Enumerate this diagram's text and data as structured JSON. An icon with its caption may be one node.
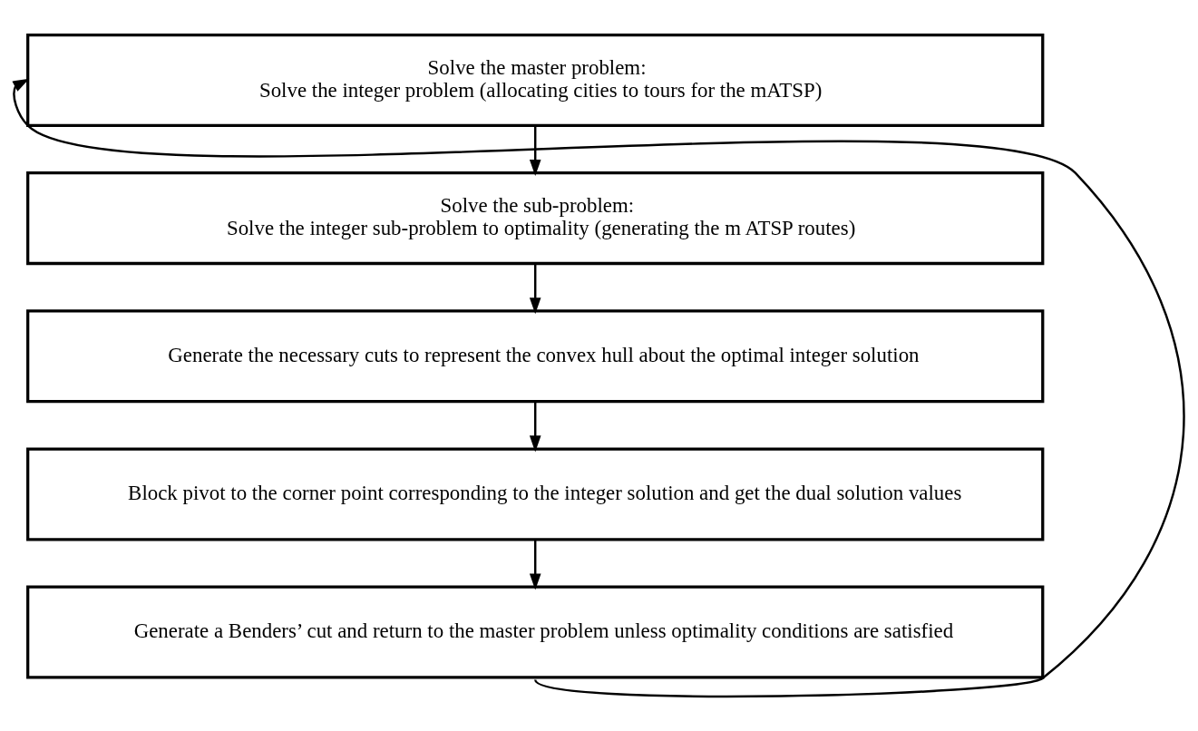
{
  "diagram": {
    "nodes": [
      {
        "text": [
          "Solve the master problem:",
          "Solve the integer problem (allocating cities to tours for the mATSP)"
        ]
      },
      {
        "text": [
          "Solve the sub-problem:",
          "Solve the integer sub-problem to optimality (generating the m ATSP routes)"
        ]
      },
      {
        "text": [
          "Generate the necessary cuts to represent the convex hull about the optimal integer solution"
        ]
      },
      {
        "text": [
          "Block pivot to the corner point corresponding to the integer solution and get the dual solution values"
        ]
      },
      {
        "text": [
          "Generate a Benders’ cut and return to the master problem unless optimality conditions are satisfied"
        ]
      }
    ],
    "edges": [
      {
        "from": 0,
        "to": 1,
        "arrow": "to"
      },
      {
        "from": 1,
        "to": 2,
        "arrow": "to"
      },
      {
        "from": 2,
        "to": 3,
        "arrow": "to"
      },
      {
        "from": 3,
        "to": 4,
        "arrow": "to"
      },
      {
        "from": 4,
        "to": 0,
        "arrow": "to"
      }
    ]
  }
}
